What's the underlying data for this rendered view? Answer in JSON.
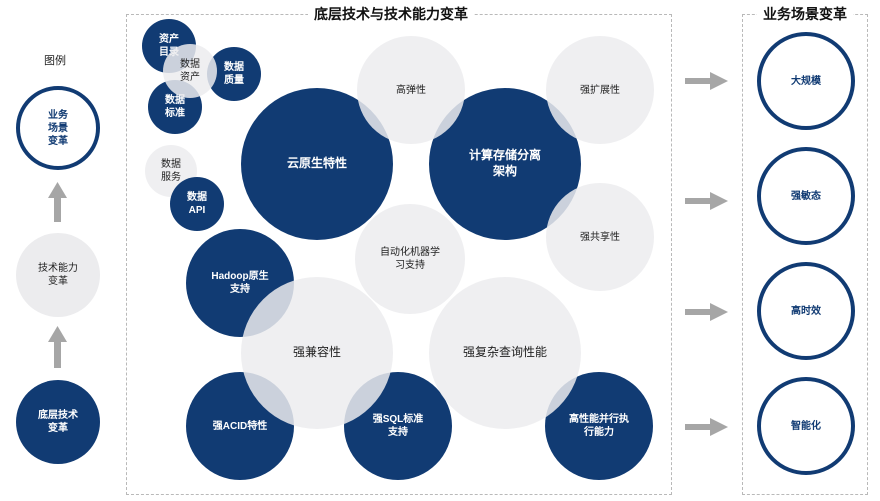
{
  "legend": {
    "title": "图例",
    "top": "业务\n场景\n变革",
    "middle": "技术能力\n变革",
    "bottom": "底层技术\n变革"
  },
  "main": {
    "title": "底层技术与技术能力变革",
    "small": {
      "asset_catalog": "资产\n目录",
      "data_assets": "数据\n资产",
      "data_quality": "数据\n质量",
      "data_standard": "数据\n标准",
      "data_service": "数据\n服务",
      "data_api": "数据\nAPI"
    },
    "big": {
      "cloud_native": "云原生特性",
      "high_elasticity": "高弹性",
      "compute_storage": "计算存储分离\n架构",
      "strong_scalability": "强扩展性",
      "strong_sharing": "强共享性",
      "ml_support": "自动化机器学\n习支持",
      "hadoop": "Hadoop原生\n支持",
      "compat": "强兼容性",
      "complex_query": "强复杂查询性能",
      "acid": "强ACID特性",
      "sql": "强SQL标准\n支持",
      "parallel": "高性能并行执\n行能力"
    }
  },
  "business": {
    "title": "业务场景变革",
    "items": [
      "大规模",
      "强敏态",
      "高时效",
      "智能化"
    ]
  },
  "colors": {
    "dark": "#113b73",
    "light": "#ececee",
    "arrow": "#a6a6a6"
  }
}
